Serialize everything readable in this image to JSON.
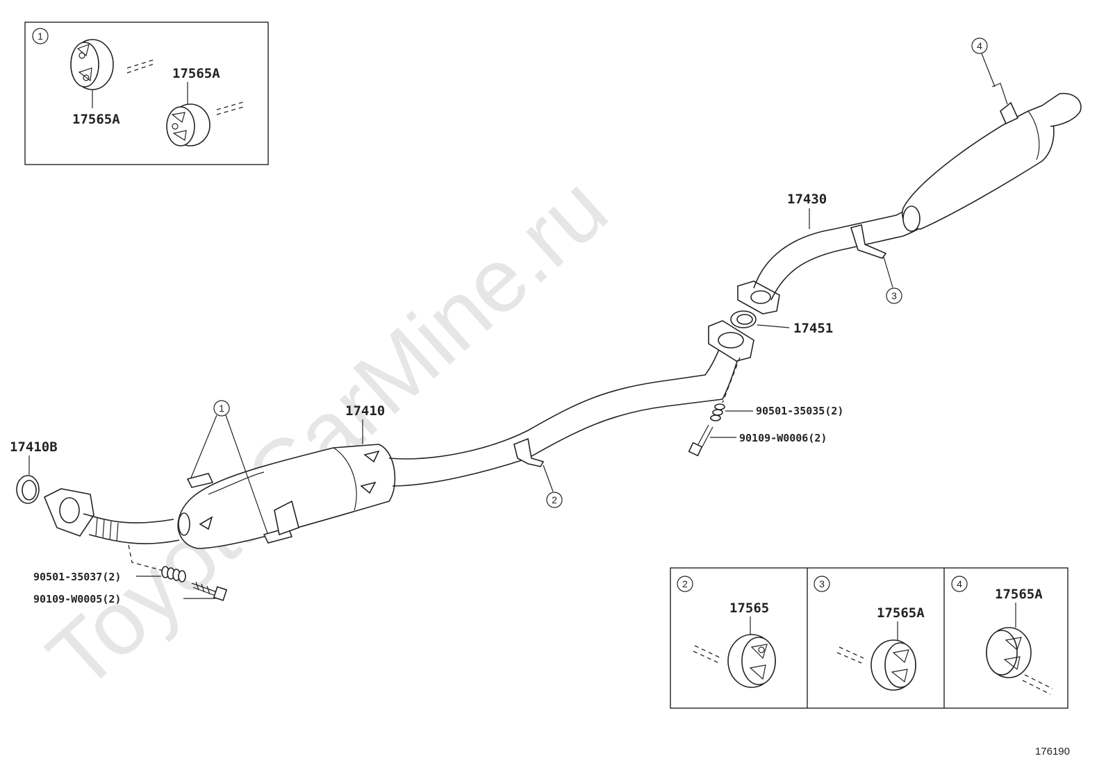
{
  "watermark": "ToyotaCarMine.ru",
  "ref_number": "176190",
  "callouts": {
    "c1": "1",
    "c2": "2",
    "c3": "3",
    "c4": "4"
  },
  "parts": {
    "converter_pipe": "17410",
    "front_gasket": "17410B",
    "tail_pipe": "17430",
    "ring_gasket": "17451",
    "spring_front": "90501-35037(2)",
    "bolt_front": "90109-W0005(2)",
    "spring_mid": "90501-35035(2)",
    "bolt_mid": "90109-W0006(2)"
  },
  "inset1": {
    "callout": "1",
    "label_top": "17565A",
    "label_bottom": "17565A"
  },
  "inset2": {
    "callout": "2",
    "label": "17565"
  },
  "inset3": {
    "callout": "3",
    "label": "17565A"
  },
  "inset4": {
    "callout": "4",
    "label": "17565A"
  }
}
